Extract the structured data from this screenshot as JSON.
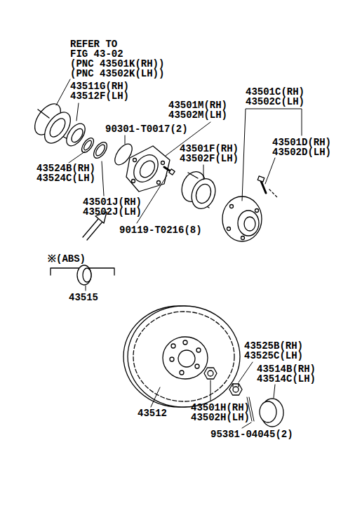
{
  "diagram": {
    "labels": [
      "REFER TO",
      "FIG 43-02",
      "(PNC 43501K(RH))",
      "(PNC 43502K(LH))",
      "43511G(RH)",
      "43512F(LH)",
      "43501M(RH)",
      "43502M(LH)",
      "43501C(RH)",
      "43502C(LH)",
      "90301-T0017(2)",
      "43501D(RH)",
      "43502D(LH)",
      "43501F(RH)",
      "43502F(LH)",
      "43524B(RH)",
      "43524C(LH)",
      "43501J(RH)",
      "43502J(LH)",
      "90119-T0216(8)",
      "※(ABS)",
      "43515",
      "43525B(RH)",
      "43525C(LH)",
      "43514B(RH)",
      "43514C(LH)",
      "43512",
      "43501H(RH)",
      "43502H(LH)",
      "95381-04045(2)"
    ]
  }
}
